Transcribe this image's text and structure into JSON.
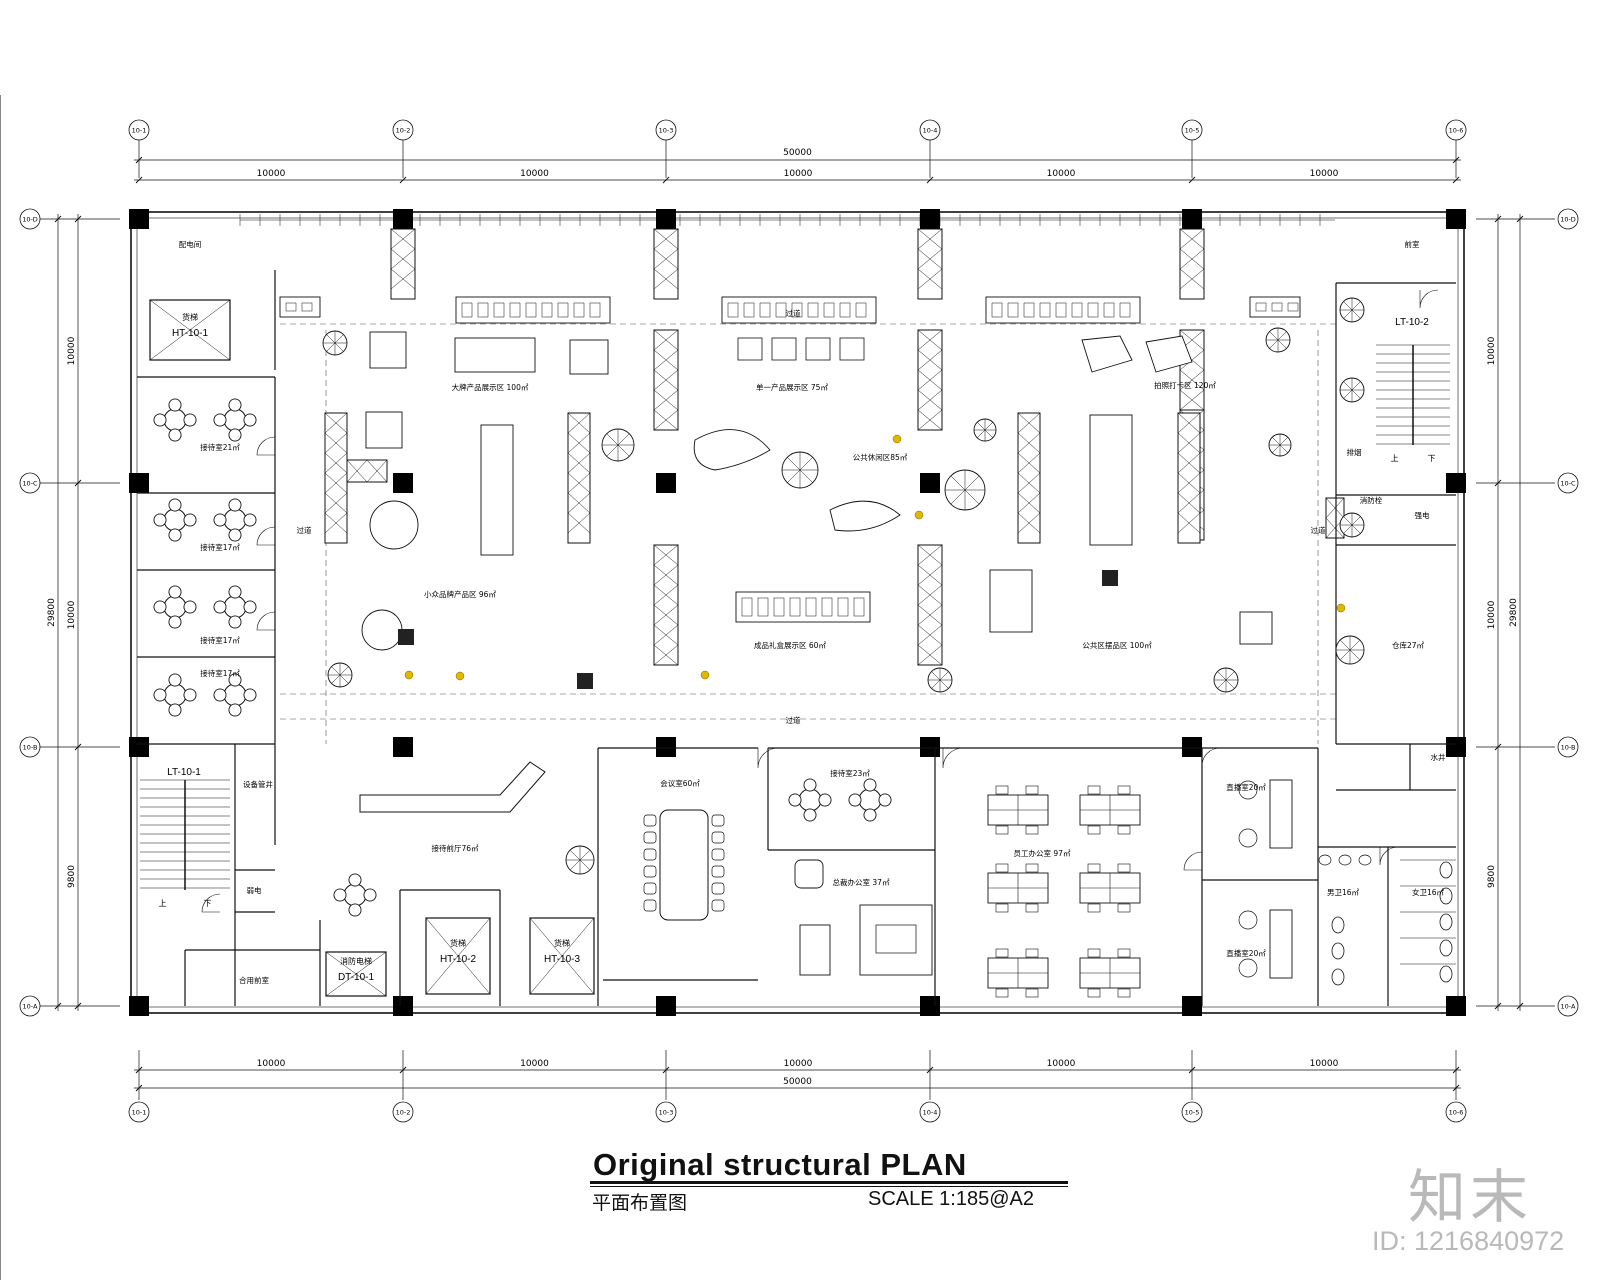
{
  "plan": {
    "grid_cols": [
      "10-1",
      "10-2",
      "10-3",
      "10-4",
      "10-5",
      "10-6"
    ],
    "grid_rows": [
      "10-D",
      "10-C",
      "10-B",
      "10-A"
    ],
    "dims_horizontal": [
      "10000",
      "10000",
      "10000",
      "10000",
      "10000"
    ],
    "dim_total_horizontal": "50000",
    "dims_vertical": [
      "10000",
      "10000",
      "9800"
    ],
    "dim_total_vertical": "29800",
    "elevators": [
      {
        "name": "货梯",
        "code": "HT-10-1"
      },
      {
        "name": "货梯",
        "code": "HT-10-2"
      },
      {
        "name": "货梯",
        "code": "HT-10-3"
      },
      {
        "name": "消防电梯",
        "code": "DT-10-1"
      }
    ],
    "stairs": [
      {
        "code": "LT-10-1",
        "up": "上",
        "down": "下"
      },
      {
        "code": "LT-10-2",
        "up": "上",
        "down": "下"
      }
    ],
    "rooms": [
      {
        "id": "power-room",
        "label": "配电间"
      },
      {
        "id": "reception-21",
        "label": "接待室21㎡"
      },
      {
        "id": "reception-17a",
        "label": "接待室17㎡"
      },
      {
        "id": "reception-17b",
        "label": "接待室17㎡"
      },
      {
        "id": "reception-17c",
        "label": "接待室17㎡"
      },
      {
        "id": "big-brand",
        "label": "大牌产品展示区 100㎡"
      },
      {
        "id": "single-product",
        "label": "单一产品展示区 75㎡"
      },
      {
        "id": "photo-area",
        "label": "拍照打卡区 120㎡"
      },
      {
        "id": "public-lounge",
        "label": "公共休闲区85㎡"
      },
      {
        "id": "niche-brand",
        "label": "小众品牌产品区 96㎡"
      },
      {
        "id": "gift-box",
        "label": "成品礼盒展示区 60㎡"
      },
      {
        "id": "public-goods",
        "label": "公共区摆品区 100㎡"
      },
      {
        "id": "warehouse",
        "label": "仓库27㎡"
      },
      {
        "id": "stair-front",
        "label": "前室"
      },
      {
        "id": "exhaust",
        "label": "排烟"
      },
      {
        "id": "fire-ext",
        "label": "消防栓"
      },
      {
        "id": "strong-elec",
        "label": "强电"
      },
      {
        "id": "water-shaft",
        "label": "水井"
      },
      {
        "id": "equip-shaft",
        "label": "设备管井"
      },
      {
        "id": "weak-elec",
        "label": "弱电"
      },
      {
        "id": "shared-front",
        "label": "合用前室"
      },
      {
        "id": "reception-hall",
        "label": "接待前厅76㎡"
      },
      {
        "id": "meeting",
        "label": "会议室60㎡"
      },
      {
        "id": "reception-23",
        "label": "接待室23㎡"
      },
      {
        "id": "gm-office",
        "label": "总裁办公室 37㎡"
      },
      {
        "id": "staff-office",
        "label": "员工办公室 97㎡"
      },
      {
        "id": "live-a",
        "label": "直播室20㎡"
      },
      {
        "id": "live-b",
        "label": "直播室20㎡"
      },
      {
        "id": "mens-wc",
        "label": "男卫16㎡"
      },
      {
        "id": "womens-wc",
        "label": "女卫16㎡"
      }
    ],
    "corridors": [
      "过道",
      "过道",
      "过道",
      "过道"
    ]
  },
  "title": {
    "main": "Original structural PLAN",
    "subtitle": "平面布置图",
    "scale": "SCALE  1:185@A2"
  },
  "brand": {
    "logo": "知末",
    "id": "ID: 1216840972"
  },
  "colors": {
    "line": "#111111",
    "column": "#000000",
    "watermark": "#bdbdbd",
    "accent_yellow": "#e0b800"
  }
}
